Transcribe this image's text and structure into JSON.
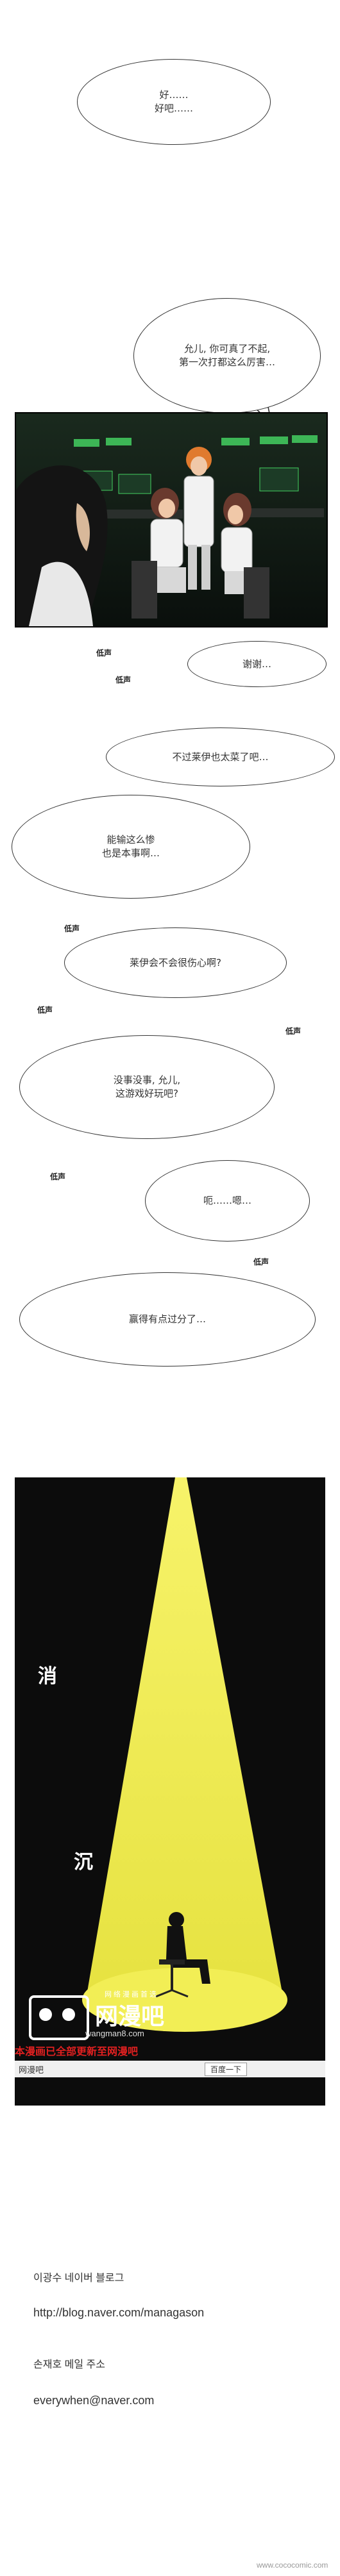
{
  "bubbles": {
    "b1": "好……\n好吧……",
    "b2": "允儿, 你可真了不起,\n第一次打都这么厉害…",
    "b3": "谢谢…",
    "b4": "不过莱伊也太菜了吧…",
    "b5": "能输这么惨\n也是本事啊…",
    "b6": "莱伊会不会很伤心啊?",
    "b7": "没事没事, 允儿,\n这游戏好玩吧?",
    "b8": "呃……嗯…",
    "b9": "赢得有点过分了…"
  },
  "sfx": {
    "s1": "低声",
    "s2": "低声",
    "s3": "低声",
    "s4": "低声",
    "s5": "低声",
    "s6": "低声",
    "s7": "低声"
  },
  "spotlight": {
    "char1": "消",
    "char2": "沉"
  },
  "watermark": {
    "logo_text": "网漫吧",
    "top_arc": "网络漫画首选",
    "site": "wangman8.com",
    "red_line": "本漫画已全部更新至网漫吧",
    "bar_left": "网漫吧",
    "bar_right": "百度一下"
  },
  "credits": {
    "line1": "이광수 네이버 블로그",
    "line2": "http://blog.naver.com/managason",
    "line3": "손재호 메일 주소",
    "line4": "everywhen@naver.com",
    "footer": "www.cococomic.com"
  },
  "colors": {
    "spotlight": "#f2ee55",
    "dark_bg": "#0c0c0c",
    "watermark_red": "#e02020",
    "monitor_green": "#44d060"
  }
}
